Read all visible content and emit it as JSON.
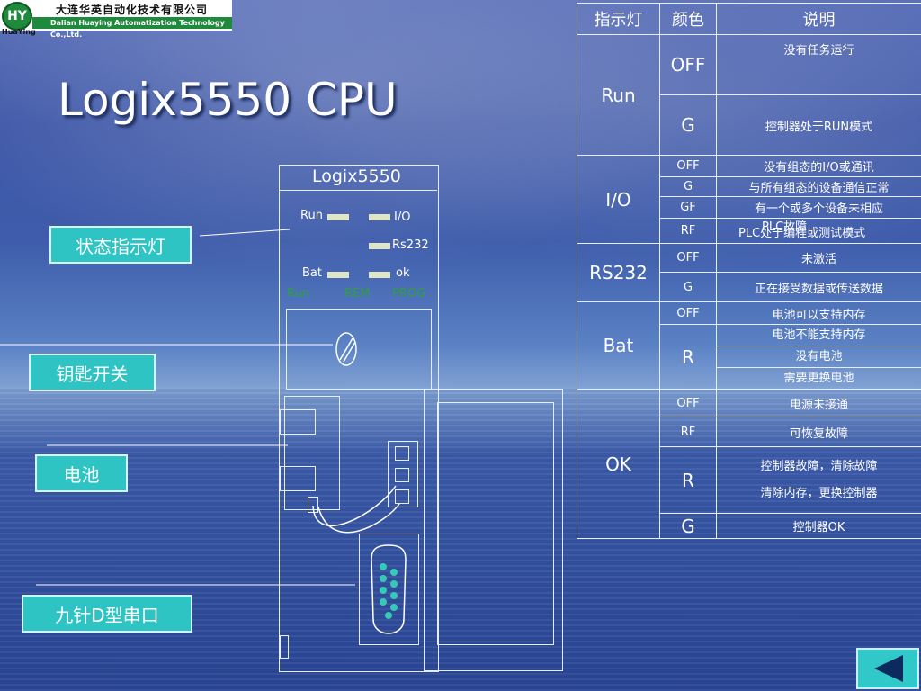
{
  "header": {
    "company_cn": "大连华英自动化技术有限公司",
    "company_en": "Dalian Huaying Automatization Technology Co.,Ltd.",
    "logo_mark": "HY",
    "logo_caption": "HuaYing"
  },
  "title": "Logix5550 CPU",
  "panel": {
    "name": "Logix5550",
    "led_run": "Run",
    "led_io": "I/O",
    "led_rs232": "Rs232",
    "led_bat": "Bat",
    "led_ok": "ok",
    "mode_run": "Run",
    "mode_rem": "REM",
    "mode_prog": "PROG"
  },
  "callouts": {
    "status_led": "状态指示灯",
    "key_switch": "钥匙开关",
    "battery": "电池",
    "db9_port": "九针D型串口"
  },
  "table": {
    "headers": [
      "指示灯",
      "颜色",
      "说明"
    ],
    "groups": [
      {
        "indicator": "Run",
        "rows": [
          {
            "color": "OFF",
            "desc": "没有任务运行"
          },
          {
            "color": "G",
            "desc": "控制器处于RUN模式"
          }
        ]
      },
      {
        "indicator": "I/O",
        "rows": [
          {
            "color": "OFF",
            "desc": "没有组态的I/O或通讯"
          },
          {
            "color": "G",
            "desc": "与所有组态的设备通信正常"
          },
          {
            "color": "GF",
            "desc": "有一个或多个设备未相应"
          },
          {
            "color": "RF",
            "desc": "PLC处于编程或测试模式",
            "desc_overlap": "PLC故障"
          }
        ]
      },
      {
        "indicator": "RS232",
        "rows": [
          {
            "color": "OFF",
            "desc": "未激活"
          },
          {
            "color": "G",
            "desc": "正在接受数据或传送数据"
          }
        ]
      },
      {
        "indicator": "Bat",
        "rows": [
          {
            "color": "OFF",
            "desc": "电池可以支持内存"
          },
          {
            "color": "R",
            "desc_lines": [
              "电池不能支持内存",
              "没有电池",
              "需要更换电池"
            ]
          }
        ]
      },
      {
        "indicator": "OK",
        "rows": [
          {
            "color": "OFF",
            "desc": "电源未接通"
          },
          {
            "color": "RF",
            "desc": "可恢复故障"
          },
          {
            "color": "R",
            "desc_lines": [
              "控制器故障，清除故障",
              "清除内存，更换控制器"
            ]
          },
          {
            "color": "G",
            "desc": "控制器OK"
          }
        ]
      }
    ]
  },
  "nav": {
    "back_icon": "back-arrow-icon"
  },
  "colors": {
    "callout_bg": "#2ec4c4",
    "mode_text": "#2fa040",
    "led": "#dfe6c8"
  }
}
